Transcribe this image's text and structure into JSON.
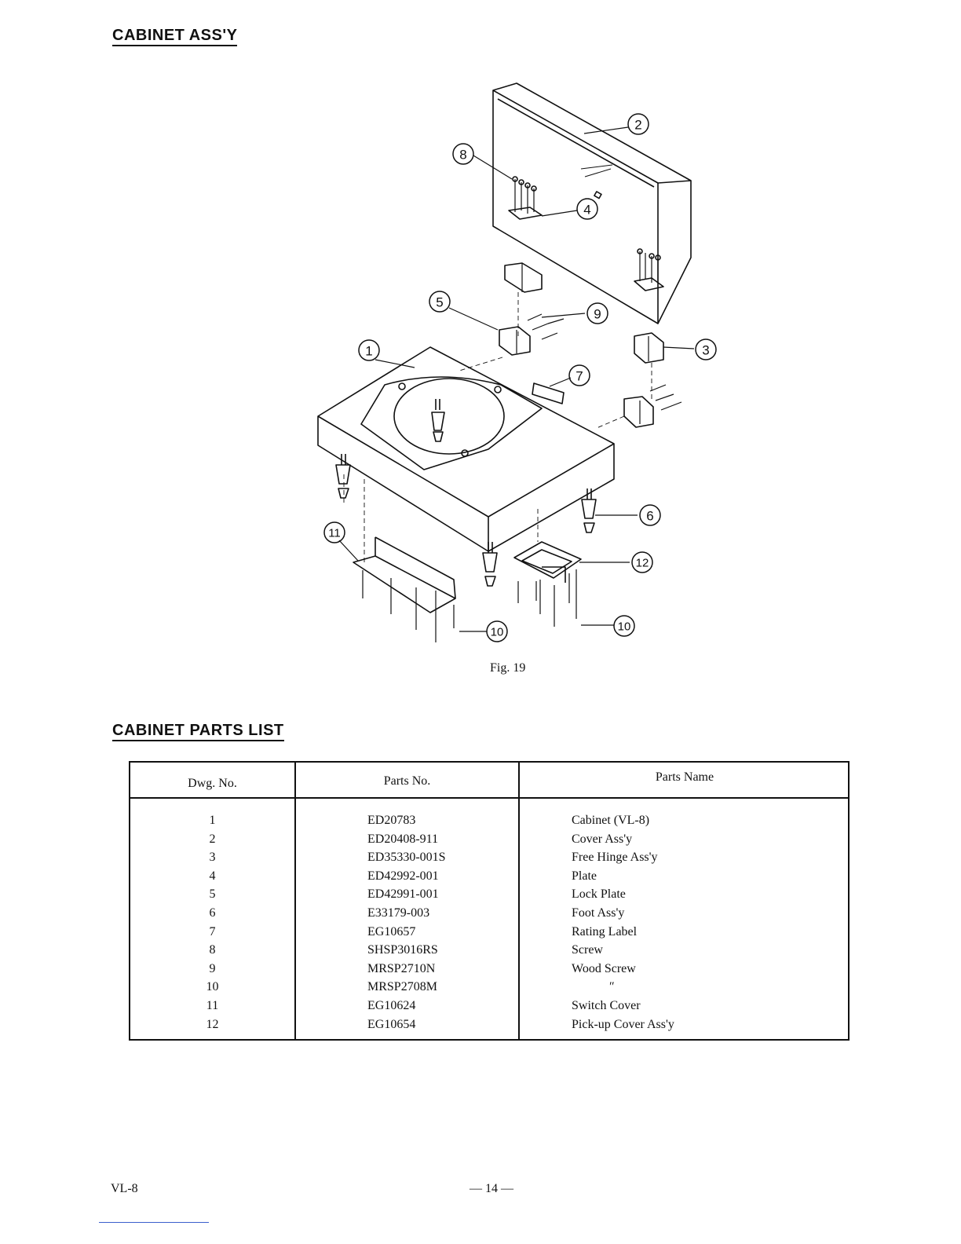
{
  "headings": {
    "assembly": "CABINET ASS'Y",
    "parts_list": "CABINET PARTS LIST"
  },
  "figure": {
    "caption": "Fig. 19",
    "callouts": [
      "1",
      "2",
      "3",
      "4",
      "5",
      "6",
      "7",
      "8",
      "9",
      "10",
      "11",
      "12",
      "10"
    ]
  },
  "table": {
    "headers": [
      "Dwg. No.",
      "Parts No.",
      "Parts Name"
    ],
    "rows": [
      {
        "dwg": "1",
        "part": "ED20783",
        "name": "Cabinet (VL-8)"
      },
      {
        "dwg": "2",
        "part": "ED20408-911",
        "name": "Cover Ass'y"
      },
      {
        "dwg": "3",
        "part": "ED35330-001S",
        "name": "Free Hinge Ass'y"
      },
      {
        "dwg": "4",
        "part": "ED42992-001",
        "name": "Plate"
      },
      {
        "dwg": "5",
        "part": "ED42991-001",
        "name": "Lock Plate"
      },
      {
        "dwg": "6",
        "part": "E33179-003",
        "name": "Foot Ass'y"
      },
      {
        "dwg": "7",
        "part": "EG10657",
        "name": "Rating Label"
      },
      {
        "dwg": "8",
        "part": "SHSP3016RS",
        "name": "Screw"
      },
      {
        "dwg": "9",
        "part": "MRSP2710N",
        "name": "Wood Screw"
      },
      {
        "dwg": "10",
        "part": "MRSP2708M",
        "name": "″"
      },
      {
        "dwg": "11",
        "part": "EG10624",
        "name": "Switch Cover"
      },
      {
        "dwg": "12",
        "part": "EG10654",
        "name": "Pick-up Cover Ass'y"
      }
    ]
  },
  "footer": {
    "model": "VL-8",
    "page": "— 14 —"
  }
}
